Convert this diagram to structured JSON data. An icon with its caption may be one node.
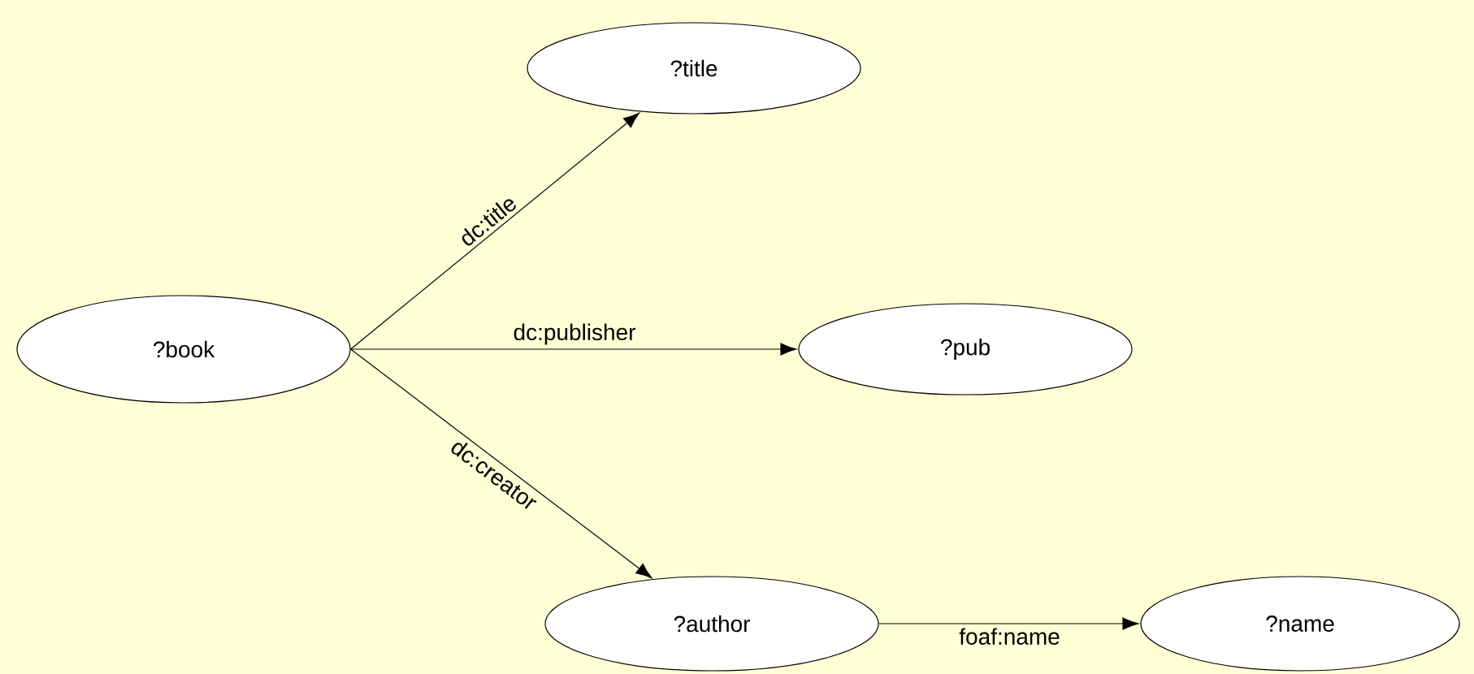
{
  "diagram": {
    "nodes": [
      {
        "text": [
          "?book"
        ]
      },
      {
        "text": [
          "?title"
        ]
      },
      {
        "text": [
          "?pub"
        ]
      },
      {
        "text": [
          "?author"
        ]
      },
      {
        "text": [
          "?name"
        ]
      }
    ],
    "edges": [
      {
        "from": 0,
        "to": 1,
        "arrow": "to",
        "label": "dc:title"
      },
      {
        "from": 0,
        "to": 2,
        "arrow": "to",
        "label": "dc:publisher"
      },
      {
        "from": 0,
        "to": 3,
        "arrow": "to",
        "label": "dc:creator"
      },
      {
        "from": 3,
        "to": 4,
        "arrow": "to",
        "label": "foaf:name"
      }
    ]
  }
}
